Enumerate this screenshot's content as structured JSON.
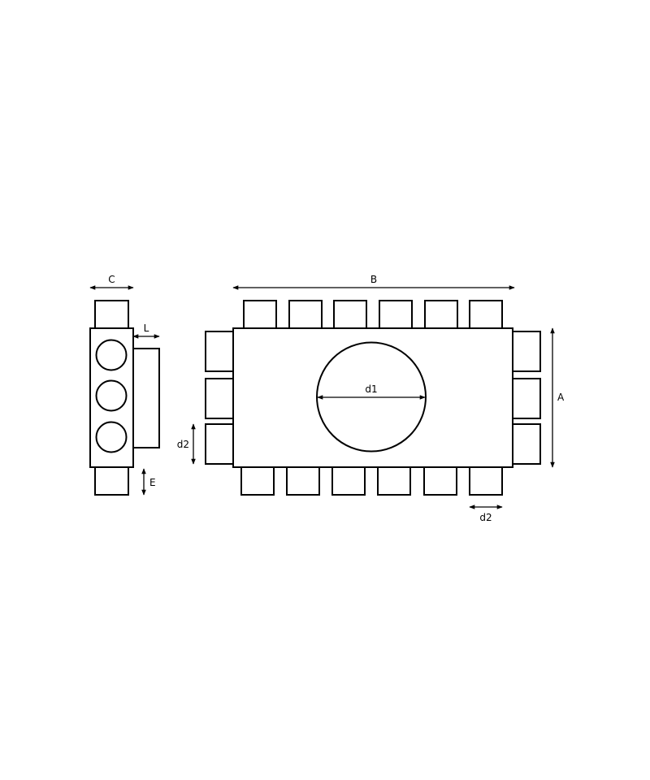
{
  "diagram": {
    "side_view": {
      "dim_C": "C",
      "dim_L": "L",
      "dim_E": "E"
    },
    "front_view": {
      "dim_B": "B",
      "dim_A": "A",
      "dim_d1": "d1",
      "dim_d2_left": "d2",
      "dim_d2_bottom": "d2"
    },
    "colors": {
      "line": "#000000",
      "background": "#ffffff"
    }
  }
}
